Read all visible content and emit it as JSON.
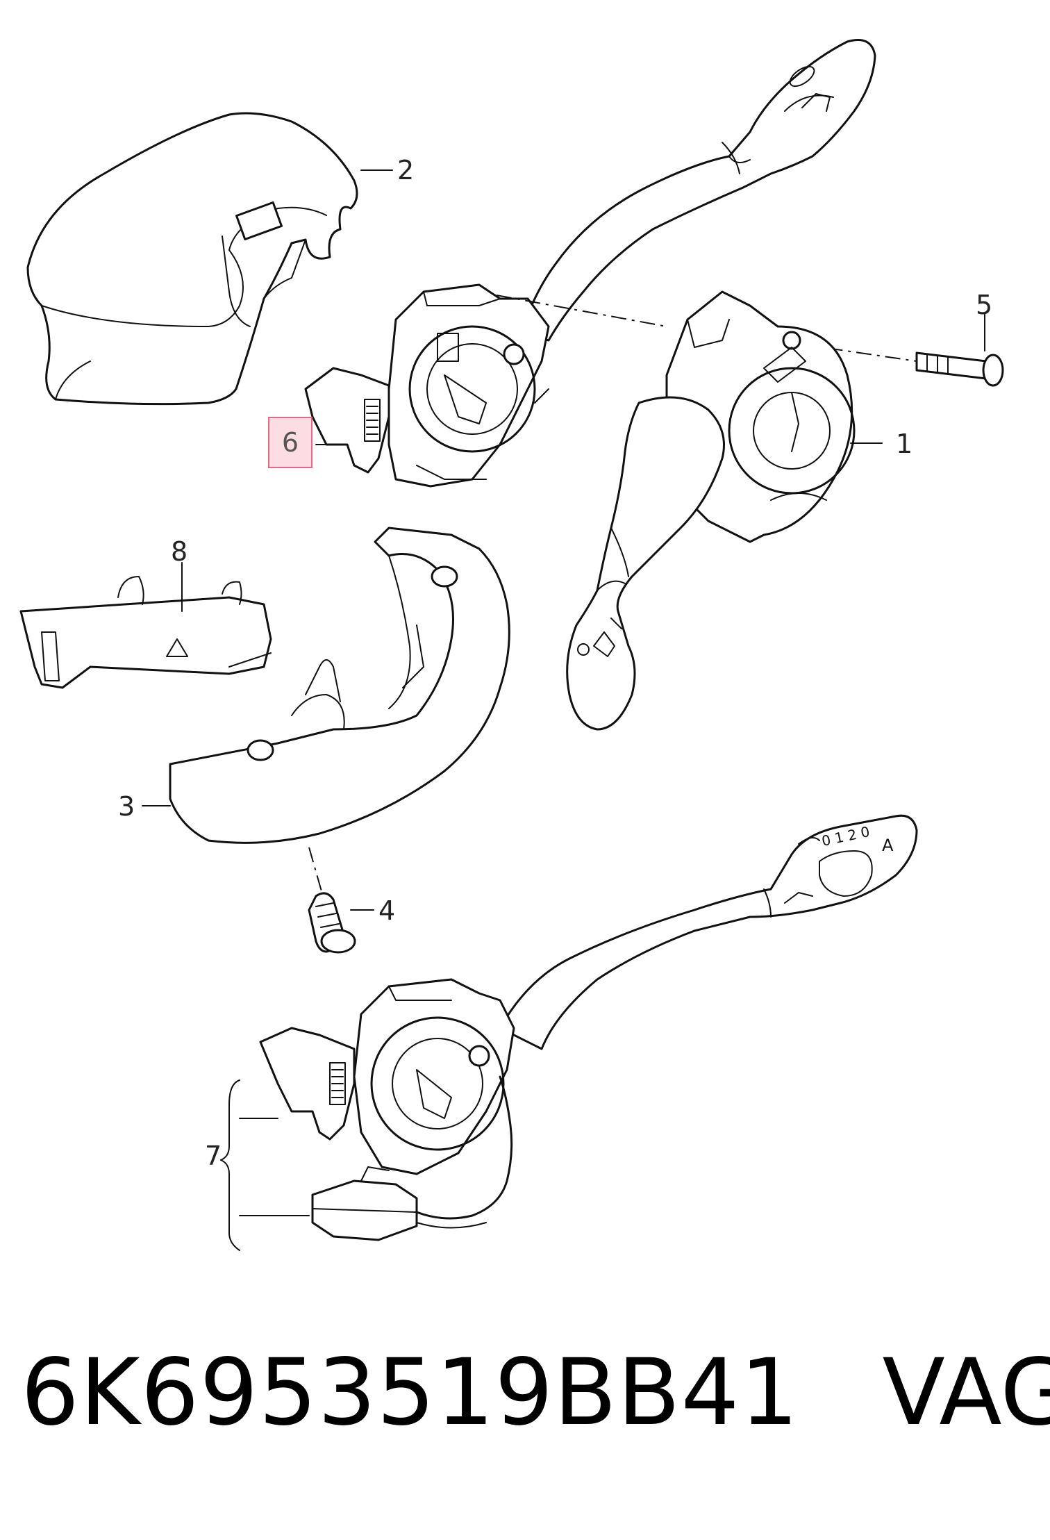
{
  "callouts": {
    "c1": "1",
    "c2": "2",
    "c3": "3",
    "c4": "4",
    "c5": "5",
    "c6": "6",
    "c7": "7",
    "c8": "8"
  },
  "lever_labels": {
    "wiper_positions": "0 1 2 0",
    "auto_mark": "A"
  },
  "footer": {
    "part_number": "6K6953519BB41",
    "brand": "VAG"
  }
}
